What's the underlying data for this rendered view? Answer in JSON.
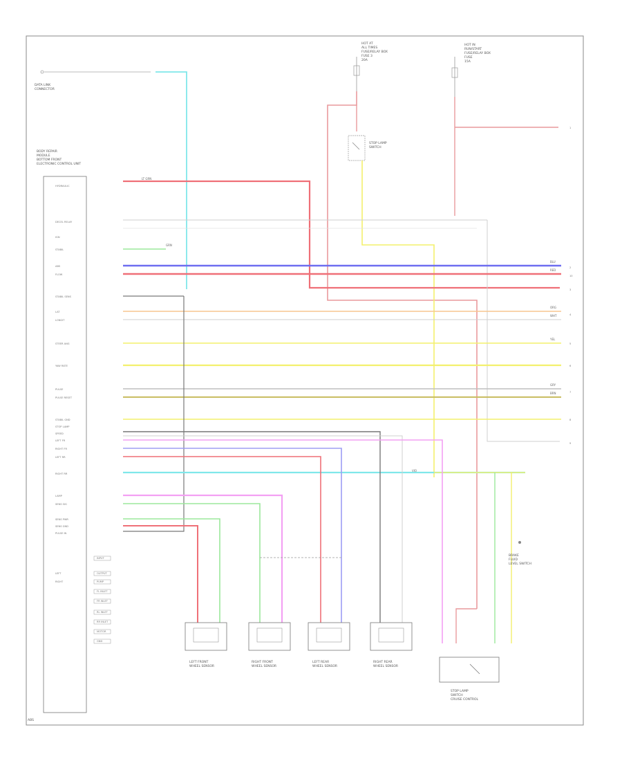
{
  "module_label_lines": [
    "BODY REPAIR",
    "MODULE",
    "BOTTOM FRONT",
    "ELECTRONIC CONTROL UNIT"
  ],
  "data_link_label_lines": [
    "DATA LINK",
    "CONNECTOR"
  ],
  "fuse1_label_lines": [
    "HOT AT",
    "ALL TIMES",
    "FUSE/RELAY BOX",
    "FUSE 3",
    "20A"
  ],
  "fuse2_label_lines": [
    "HOT IN",
    "RUN/START",
    "FUSE/RELAY BOX",
    "FUSE",
    "15A"
  ],
  "left_pins": [
    "HYDRAULIC",
    "DECEL RELAY",
    "IGN",
    "STABIL",
    "ABS",
    "FLOW",
    "STABIL SENS",
    "LAT",
    "LONGIT",
    "STEER ANG",
    "YAW RATE",
    "PULSE",
    "PULSE RESET",
    "STABIL GND",
    "STOP LAMP",
    "SPEED",
    "LEFT FR",
    "RIGHT FR",
    "LEFT RR",
    "RIGHT RR",
    "LAMP",
    "SENS SIG",
    "SENS PWR",
    "SENS GND",
    "PULSE IN",
    "LEFT",
    "RIGHT"
  ],
  "solenoid_labels": [
    "INPUT",
    "OUTPUT",
    "PUMP",
    "FL INLET",
    "FR INLET",
    "RL INLET",
    "RR INLET",
    "MOTOR",
    "GND"
  ],
  "sensor_labels": [
    [
      "LEFT FRONT",
      "WHEEL SENSOR"
    ],
    [
      "RIGHT FRONT",
      "WHEEL SENSOR"
    ],
    [
      "LEFT REAR",
      "WHEEL SENSOR"
    ],
    [
      "RIGHT REAR",
      "WHEEL SENSOR"
    ]
  ],
  "stop_switch_label_lines": [
    "STOP LAMP",
    "SWITCH"
  ],
  "stop_switch2_label_lines": [
    "STOP LAMP",
    "SWITCH",
    "CRUISE CONTROL"
  ],
  "brake_fluid_label_lines": [
    "BRAKE",
    "FLUID",
    "LEVEL SWITCH"
  ],
  "wire_labels": [
    "BLU",
    "RED",
    "YEL",
    "GRN",
    "ORG",
    "WHT",
    "BRN",
    "VIO",
    "LT GRN",
    "GRY"
  ],
  "right_refs": [
    "1",
    "2",
    "3",
    "4",
    "5",
    "6",
    "7",
    "8",
    "9",
    "10"
  ],
  "footer": "ABS"
}
